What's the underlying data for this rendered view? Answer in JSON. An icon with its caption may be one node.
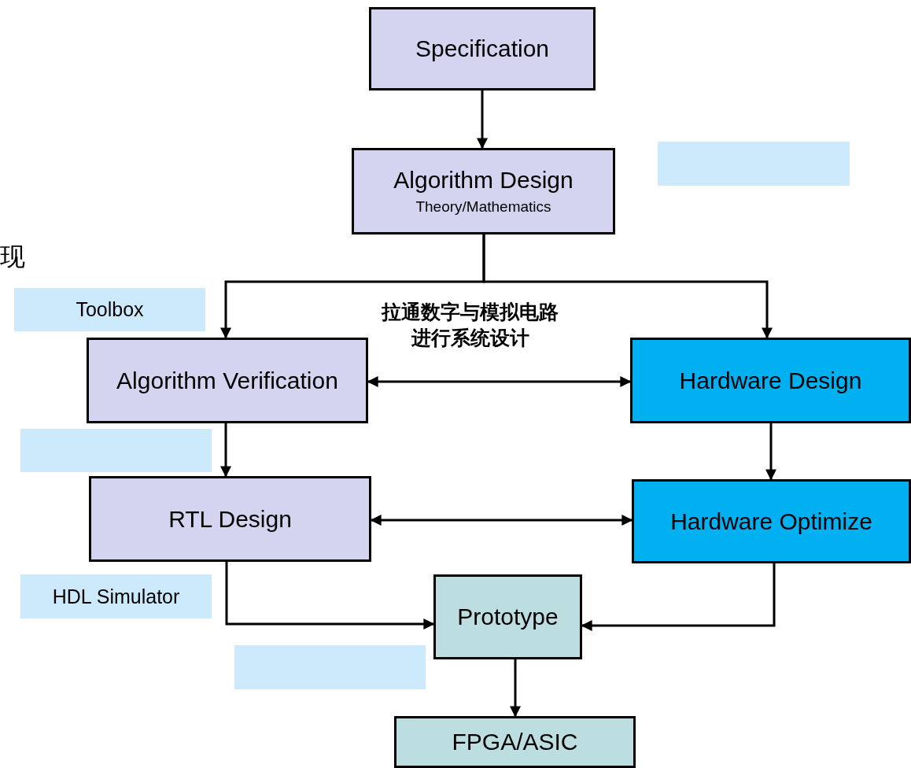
{
  "diagram": {
    "nodes": [
      {
        "text": [
          "Specification"
        ]
      },
      {
        "text": [
          "Algorithm Design",
          "Theory/Mathematics"
        ]
      },
      {
        "text": [],
        "shape": "box"
      },
      {
        "text": [
          "Toolbox"
        ]
      },
      {
        "text": [
          "Algorithm Verification"
        ]
      },
      {
        "text": [
          "Hardware Design"
        ]
      },
      {
        "text": [],
        "shape": "box"
      },
      {
        "text": [
          "RTL Design"
        ]
      },
      {
        "text": [
          "Hardware Optimize"
        ]
      },
      {
        "text": [
          "HDL Simulator"
        ]
      },
      {
        "text": [
          "Prototype"
        ]
      },
      {
        "text": [],
        "shape": "box"
      },
      {
        "text": [
          "FPGA/ASIC"
        ]
      }
    ],
    "edges": [
      {
        "from": 0,
        "to": 1,
        "arrow": "to"
      },
      {
        "from": 1,
        "to": 4,
        "arrow": "to"
      },
      {
        "from": 1,
        "to": 5,
        "arrow": "to"
      },
      {
        "from": 4,
        "to": 5,
        "arrow": "both"
      },
      {
        "from": 4,
        "to": 7,
        "arrow": "to"
      },
      {
        "from": 5,
        "to": 8,
        "arrow": "to"
      },
      {
        "from": 7,
        "to": 8,
        "arrow": "both"
      },
      {
        "from": 7,
        "to": 10,
        "arrow": "to"
      },
      {
        "from": 8,
        "to": 10,
        "arrow": "to"
      },
      {
        "from": 10,
        "to": 12,
        "arrow": "to"
      }
    ],
    "labels": [
      "现",
      "拉通数字与模拟电路进行系统设计"
    ]
  }
}
